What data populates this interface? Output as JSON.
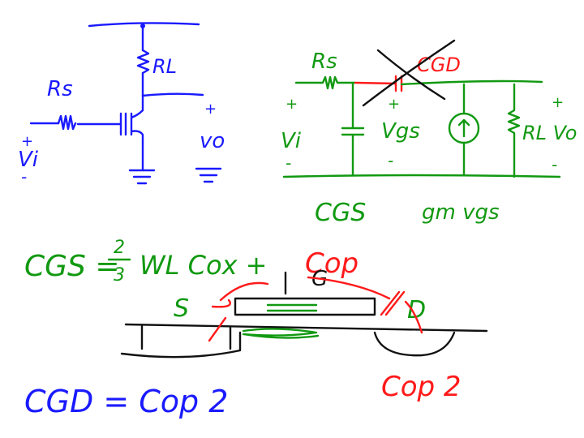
{
  "colors": {
    "blue": "#1a1aff",
    "green": "#119911",
    "red": "#ff1a1a",
    "black": "#111111"
  },
  "small_signal_sketch": {
    "rl": "RL",
    "rs": "Rs",
    "vi": "Vi",
    "vo": "vo",
    "plus": "+",
    "minus": "-"
  },
  "equivalent_circuit": {
    "rs": "Rs",
    "cgd": "CGD",
    "vi": "Vi",
    "vgs": "Vgs",
    "rl_vo": "RL Vo",
    "plus": "+",
    "minus": "-"
  },
  "labels": {
    "cgs_note": "CGS",
    "gm_note": "gm vgs"
  },
  "equations": {
    "cgs_left": "CGS =",
    "fraction_num": "2",
    "fraction_den": "3",
    "cgs_right": "WL Cox +",
    "cop": "Cop",
    "cgd_left": "CGD = Cop 2",
    "cop2": "Cop 2"
  },
  "mosfet": {
    "source": "S",
    "gate": "G",
    "drain": "D"
  }
}
